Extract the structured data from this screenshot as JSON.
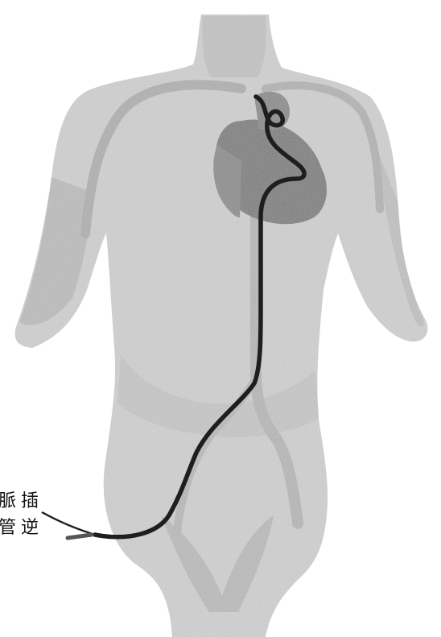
{
  "image": {
    "subject": "anatomical-torso-illustration",
    "colors": {
      "skin": "#d2d2d2",
      "skin_shadow": "#a9a9a9",
      "heart": "#7d7d7d",
      "vessel": "#b8b8b8",
      "catheter": "#1e1e1e",
      "background": "#ffffff"
    }
  },
  "labels": {
    "line1": "脈插",
    "line2": "管逆"
  }
}
